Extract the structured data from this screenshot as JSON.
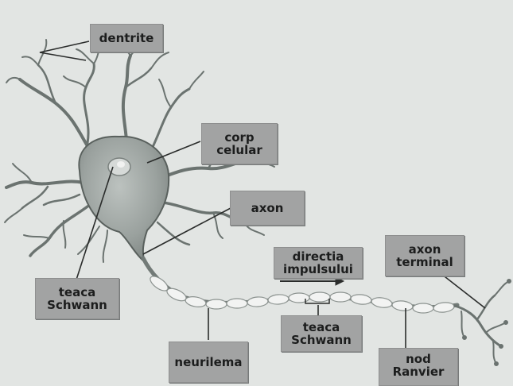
{
  "labels": {
    "dendrite": [
      "dentrite"
    ],
    "cell_body": [
      "corp",
      "celular"
    ],
    "axon": [
      "axon"
    ],
    "schwann_left": [
      "teaca",
      "Schwann"
    ],
    "impulse": [
      "directia",
      "impulsului"
    ],
    "axon_terminal": [
      "axon",
      "terminal"
    ],
    "schwann_center": [
      "teaca",
      "Schwann"
    ],
    "neurilemma": [
      "neurilema"
    ],
    "node": [
      "nod",
      "Ranvier"
    ]
  },
  "colors": {
    "background": "#e2e5e3",
    "label_fill": "#a2a3a3",
    "label_text": "#1c1d1d",
    "neuron_fill": "#a9b0ad",
    "neuron_stroke": "#5f6663",
    "leader_line": "#2a2c2b",
    "myelin": "#f2f3f2"
  }
}
